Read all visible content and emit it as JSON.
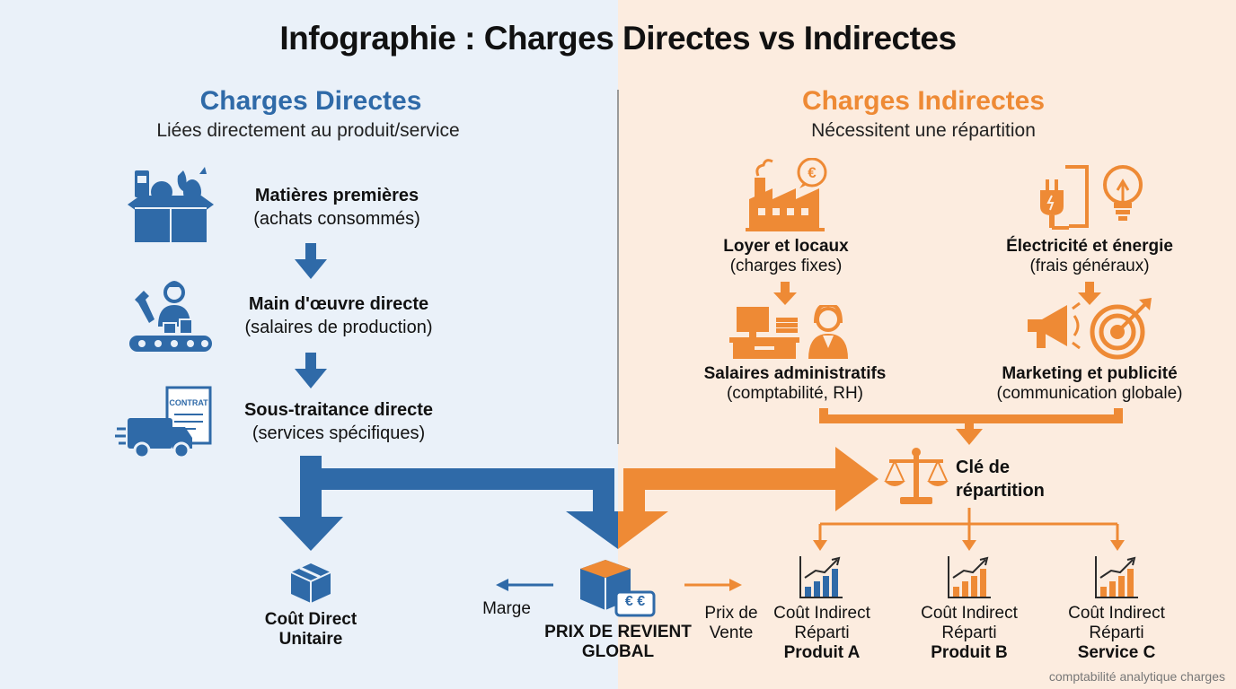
{
  "title": "Infographie : Charges Directes vs Indirectes",
  "direct": {
    "heading": "Charges Directes",
    "subheading": "Liées directement au produit/service",
    "items": [
      {
        "title": "Matières premières",
        "note": "(achats consommés)"
      },
      {
        "title": "Main d'œuvre directe",
        "note": "(salaires de production)"
      },
      {
        "title": "Sous-traitance directe",
        "note": "(services spécifiques)"
      }
    ],
    "unit_cost": {
      "line1": "Coût Direct",
      "line2": "Unitaire"
    },
    "contract_label": "CONTRAT"
  },
  "indirect": {
    "heading": "Charges Indirectes",
    "subheading": "Nécessitent une répartition",
    "items": [
      {
        "title": "Loyer et locaux",
        "note": "(charges fixes)"
      },
      {
        "title": "Électricité et énergie",
        "note": "(frais généraux)"
      },
      {
        "title": "Salaires administratifs",
        "note": "(comptabilité, RH)"
      },
      {
        "title": "Marketing et publicité",
        "note": "(communication globale)"
      }
    ],
    "key": {
      "line1": "Clé de",
      "line2": "répartition"
    },
    "allocations": [
      {
        "line1": "Coût Indirect",
        "line2": "Réparti",
        "target": "Produit A"
      },
      {
        "line1": "Coût Indirect",
        "line2": "Réparti",
        "target": "Produit B"
      },
      {
        "line1": "Coût Indirect",
        "line2": "Réparti",
        "target": "Service C"
      }
    ]
  },
  "global": {
    "line1": "PRIX DE REVIENT",
    "line2": "GLOBAL",
    "badge": "€ €"
  },
  "margin_label": "Marge",
  "sale_price": {
    "line1": "Prix de",
    "line2": "Vente"
  },
  "footer": "comptabilité analytique charges",
  "colors": {
    "blue": "#2f6aa8",
    "orange": "#ee8a35",
    "left_bg": "#eaf1f9",
    "right_bg": "#fcecdf"
  }
}
